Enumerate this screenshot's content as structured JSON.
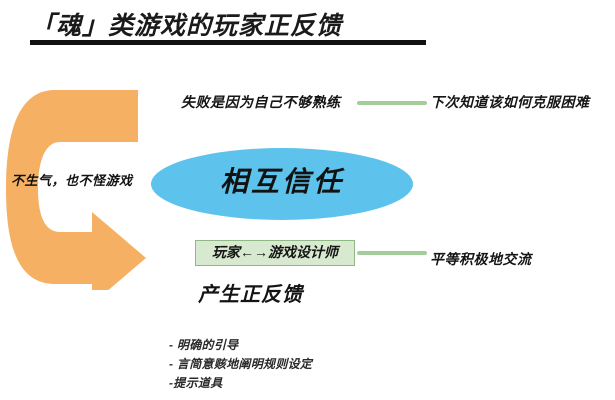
{
  "title": {
    "text": "「魂」类游戏的玩家正反馈"
  },
  "colors": {
    "accent_blue": "#5dc3ec",
    "accent_orange": "#f6b063",
    "accent_green_line": "#a3cd9b",
    "accent_green_fill": "#d7e9cf",
    "accent_green_border": "#8fb886",
    "text_dark": "#141414",
    "background": "#ffffff"
  },
  "center": {
    "label": "相互信任"
  },
  "rows": [
    {
      "left": "失败是因为自己不够熟练",
      "right": "下次知道该如何克服困难",
      "connector": "green-line"
    },
    {
      "left": "玩家←→游戏设计师",
      "right": "平等积极地交流",
      "connector": "green-line"
    }
  ],
  "arrow": {
    "icon": "loop-arrow-icon",
    "caption": "不生气，也不怪游戏"
  },
  "outcome": {
    "label": "产生正反馈"
  },
  "bullets": [
    "- 明确的引导",
    "- 言简意赅地阐明规则设定",
    "-提示道具"
  ]
}
